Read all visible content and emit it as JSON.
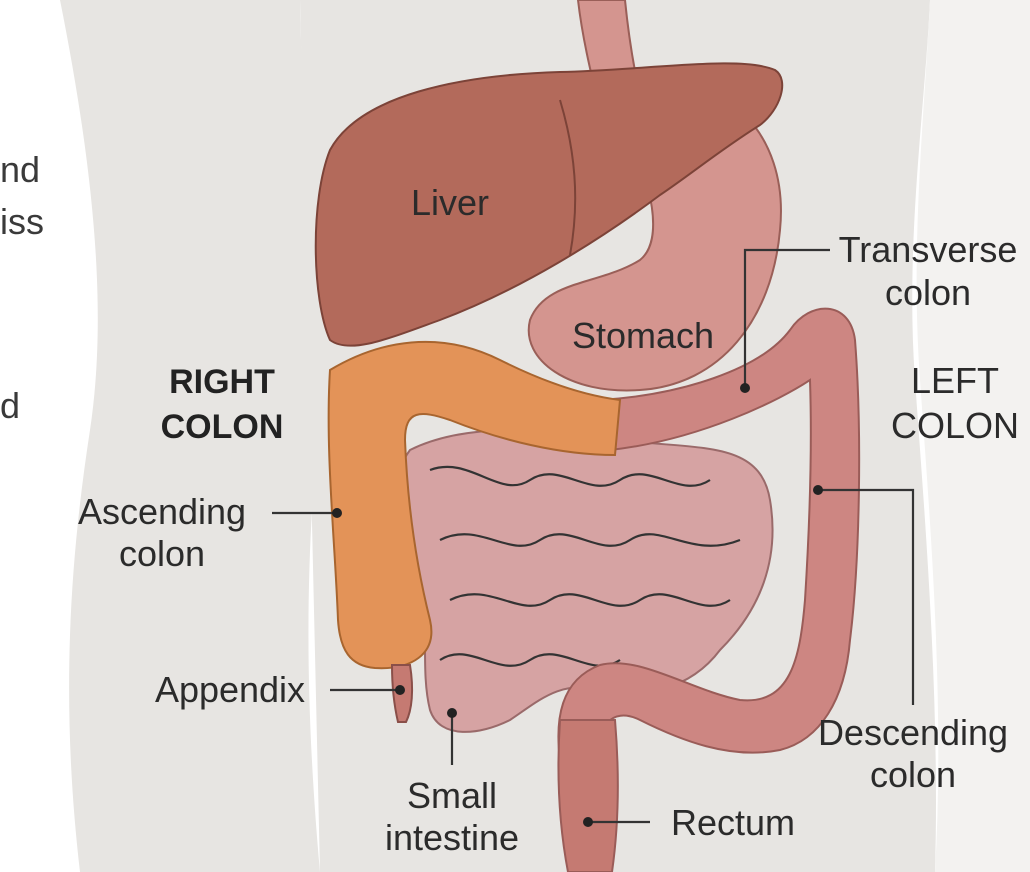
{
  "colors": {
    "body": "#e7e5e2",
    "liver": "#b36a5b",
    "stomach": "#d4958f",
    "right_colon": "#e39358",
    "left_colon": "#cd8682",
    "small_intestine": "#d6a3a3",
    "rectum": "#c57a72"
  },
  "diagram": {
    "cut_text": [
      "nd",
      "iss",
      "d"
    ],
    "organs": {
      "liver": "Liver",
      "stomach": "Stomach"
    },
    "regions": {
      "right_colon": [
        "RIGHT",
        "COLON"
      ],
      "left_colon": [
        "LEFT",
        "COLON"
      ]
    },
    "labels": {
      "transverse_colon": [
        "Transverse",
        "colon"
      ],
      "ascending_colon": [
        "Ascending",
        "colon"
      ],
      "appendix": "Appendix",
      "small_intestine": [
        "Small",
        "intestine"
      ],
      "rectum": "Rectum",
      "descending_colon": [
        "Descending",
        "colon"
      ]
    }
  }
}
